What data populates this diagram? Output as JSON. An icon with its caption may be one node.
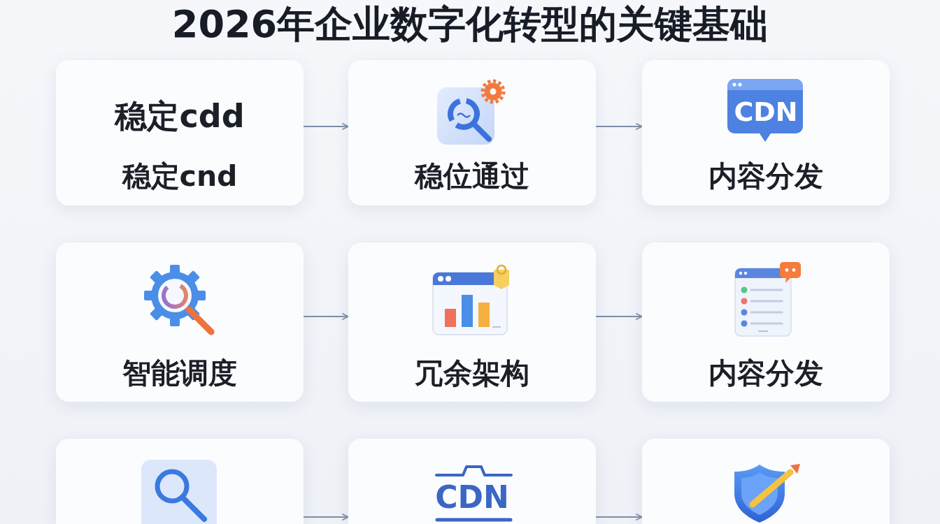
{
  "diagram": {
    "title": "2026年企业数字化转型的关键基础",
    "nodes": [
      {
        "text": [
          "稳定cdd",
          "稳定cnd"
        ]
      },
      {
        "text": [
          "稳位通过"
        ]
      },
      {
        "text": [
          "CDN",
          "内容分发"
        ]
      },
      {
        "text": [
          "智能调度"
        ]
      },
      {
        "text": [
          "冗余架构"
        ]
      },
      {
        "text": [
          "内容分发"
        ]
      },
      {
        "text": [],
        "shape": "box"
      },
      {
        "text": [
          "CDN"
        ]
      },
      {
        "text": [],
        "shape": "box"
      }
    ],
    "edges": [
      {
        "from": 0,
        "to": 1,
        "arrow": "to"
      },
      {
        "from": 1,
        "to": 2,
        "arrow": "to"
      },
      {
        "from": 3,
        "to": 4,
        "arrow": "to"
      },
      {
        "from": 4,
        "to": 5,
        "arrow": "to"
      },
      {
        "from": 6,
        "to": 7,
        "arrow": "to"
      },
      {
        "from": 7,
        "to": 8,
        "arrow": "to"
      }
    ]
  }
}
